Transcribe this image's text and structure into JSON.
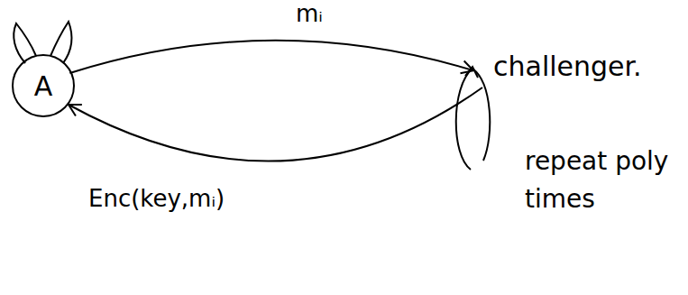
{
  "diagram": {
    "nodes": [
      {
        "text": [
          "A"
        ]
      },
      {
        "text": [
          "challenger."
        ]
      }
    ],
    "edges": [
      {
        "from": 0,
        "to": 1,
        "label": "mᵢ",
        "arrow": "to"
      },
      {
        "from": 1,
        "to": 0,
        "label": "Enc(key,mᵢ)",
        "arrow": "to"
      }
    ],
    "labels": [
      "repeat poly times"
    ]
  }
}
